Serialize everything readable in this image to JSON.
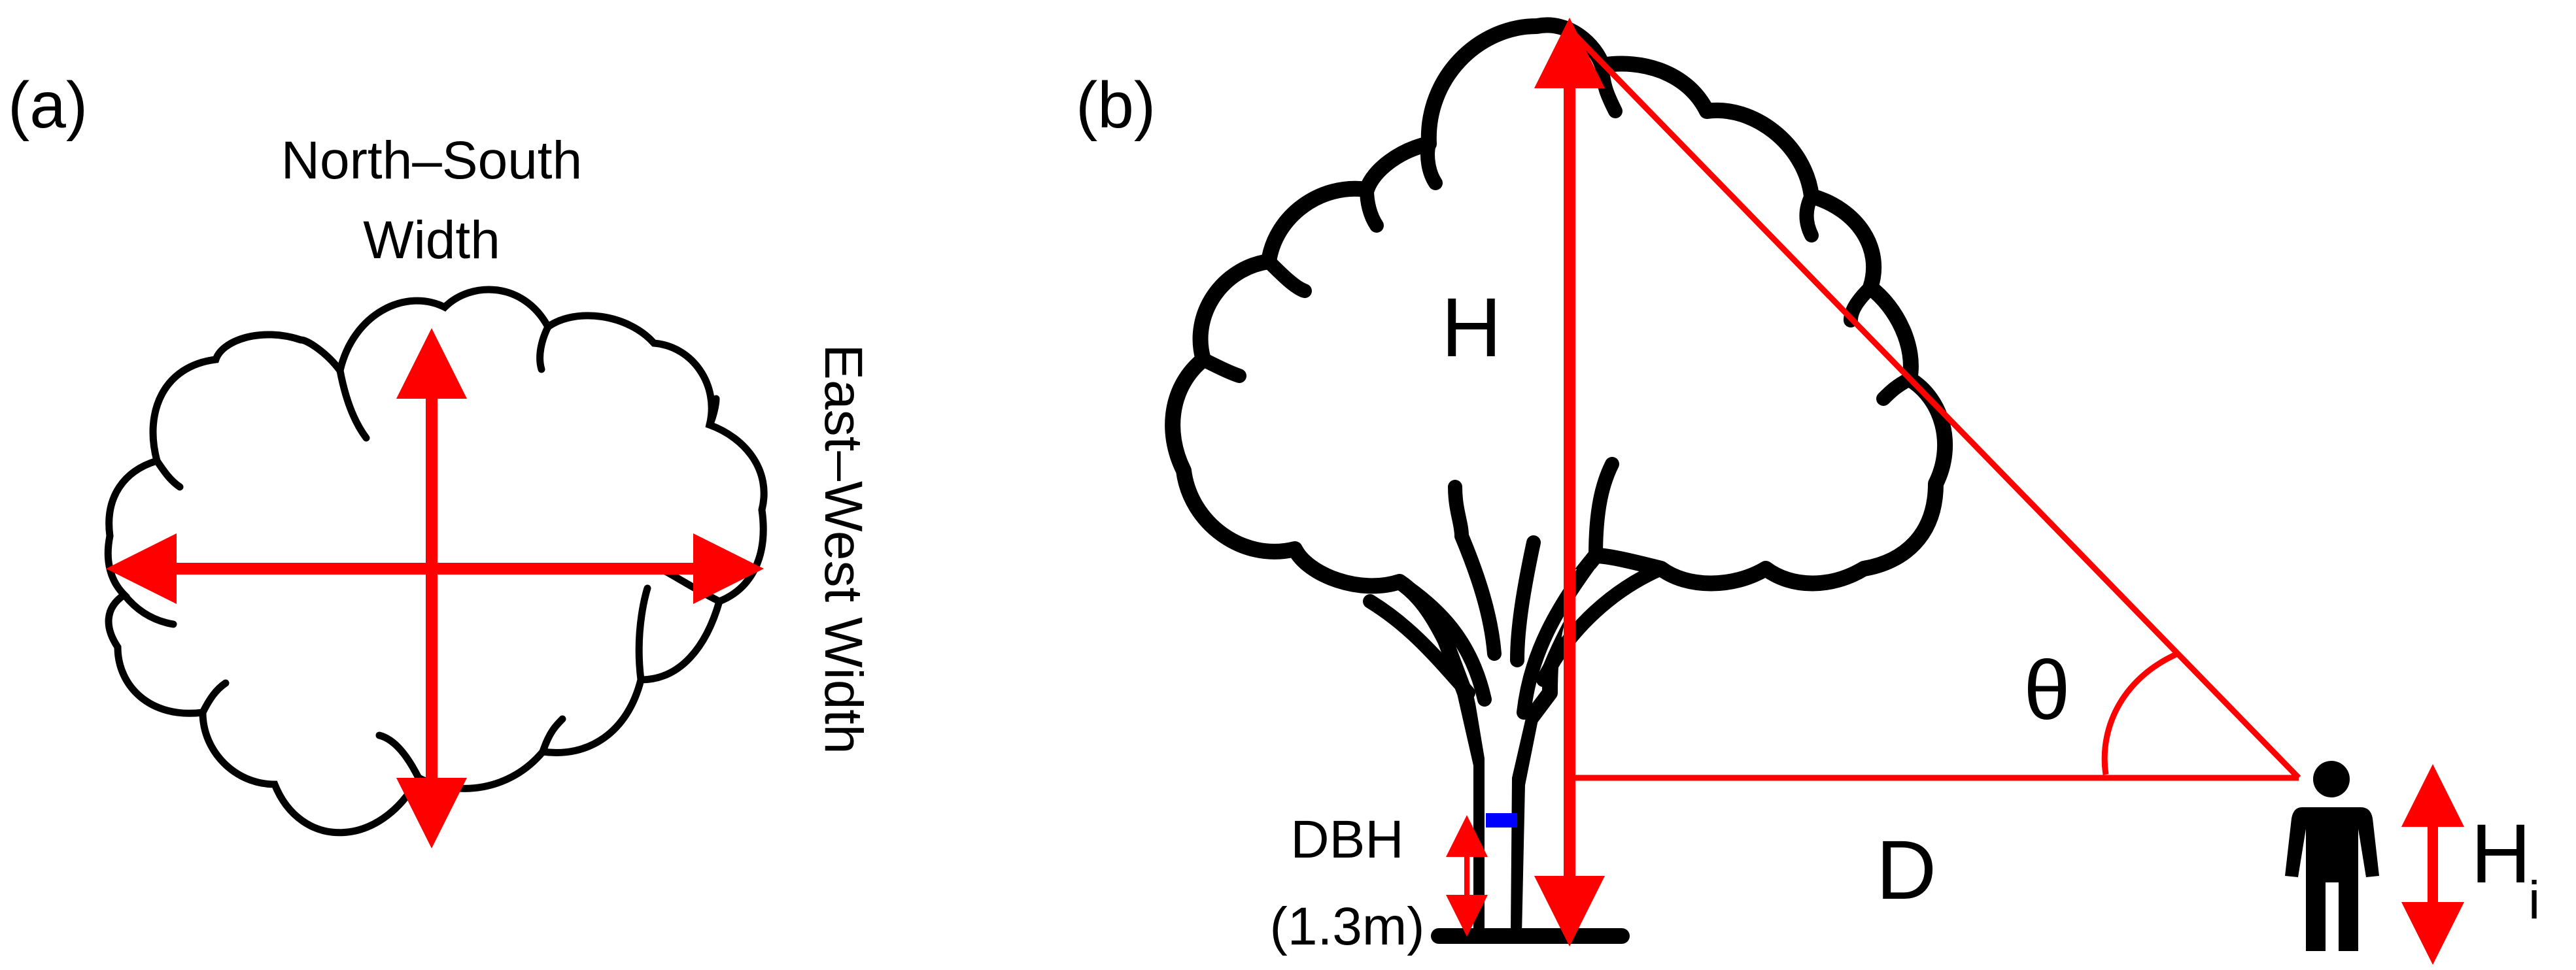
{
  "panel_a": {
    "label": "(a)",
    "ns_label_line1": "North–South",
    "ns_label_line2": "Width",
    "ew_label": "East–West Width"
  },
  "panel_b": {
    "label": "(b)",
    "height_label": "H",
    "angle_label": "θ",
    "distance_label": "D",
    "dbh_label_line1": "DBH",
    "dbh_label_line2": "(1.3m)",
    "observer_height_label": "H",
    "observer_height_subscript": "i",
    "icons": [
      "tree-icon",
      "person-icon"
    ]
  },
  "colors": {
    "arrow": "#ff0000",
    "outline": "#000000",
    "dbh_marker": "#0000ff"
  }
}
